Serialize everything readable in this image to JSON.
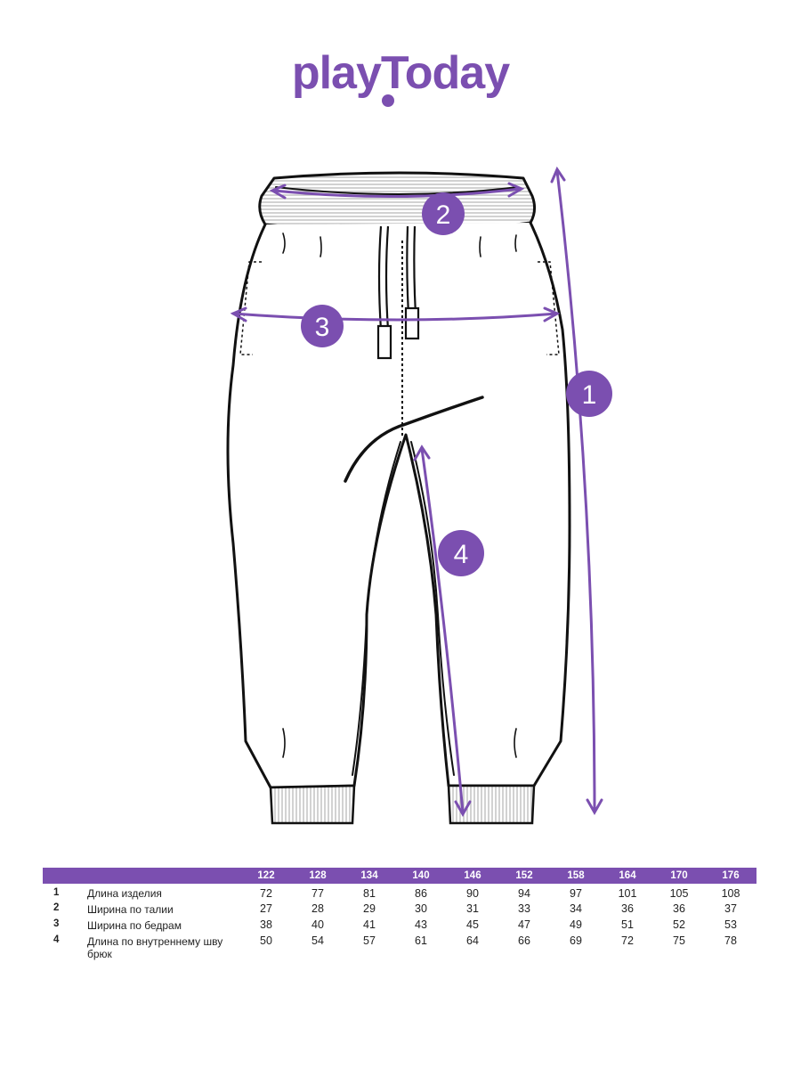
{
  "brand": {
    "name": "playToday",
    "color": "#7b4fb0"
  },
  "colors": {
    "accent": "#7b4fb0",
    "outline": "#111111",
    "rib": "#bdbdbd"
  },
  "callouts": [
    {
      "number": "1"
    },
    {
      "number": "2"
    },
    {
      "number": "3"
    },
    {
      "number": "4"
    }
  ],
  "size_table": {
    "sizes": [
      "122",
      "128",
      "134",
      "140",
      "146",
      "152",
      "158",
      "164",
      "170",
      "176"
    ],
    "rows": [
      {
        "num": "1",
        "label": "Длина изделия",
        "values": [
          "72",
          "77",
          "81",
          "86",
          "90",
          "94",
          "97",
          "101",
          "105",
          "108"
        ]
      },
      {
        "num": "2",
        "label": "Ширина по талии",
        "values": [
          "27",
          "28",
          "29",
          "30",
          "31",
          "33",
          "34",
          "36",
          "36",
          "37"
        ]
      },
      {
        "num": "3",
        "label": "Ширина по бедрам",
        "values": [
          "38",
          "40",
          "41",
          "43",
          "45",
          "47",
          "49",
          "51",
          "52",
          "53"
        ]
      },
      {
        "num": "4",
        "label": "Длина по внутреннему шву брюк",
        "values": [
          "50",
          "54",
          "57",
          "61",
          "64",
          "66",
          "69",
          "72",
          "75",
          "78"
        ]
      }
    ]
  }
}
